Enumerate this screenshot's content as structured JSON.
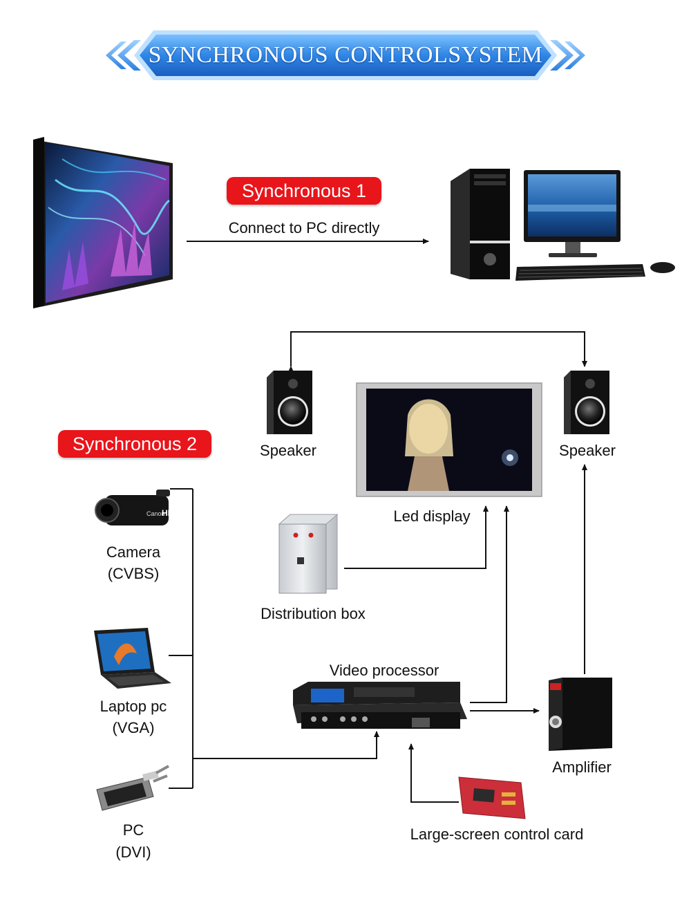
{
  "banner": {
    "title": "SYNCHRONOUS CONTROLSYSTEM"
  },
  "sync1": {
    "badge": "Synchronous 1",
    "connection_label": "Connect to PC directly"
  },
  "sync2": {
    "badge": "Synchronous 2",
    "nodes": {
      "speaker_left": "Speaker",
      "speaker_right": "Speaker",
      "led_display": "Led display",
      "distribution_box": "Distribution box",
      "video_processor": "Video processor",
      "amplifier": "Amplifier",
      "control_card": "Large-screen control card",
      "camera": [
        "Camera",
        "(CVBS)"
      ],
      "laptop": [
        "Laptop pc",
        "(VGA)"
      ],
      "pc": [
        "PC",
        "(DVI)"
      ]
    }
  },
  "device_text": {
    "camera_brand": "Canon",
    "camera_hd": "HD"
  },
  "colors": {
    "banner_blue": "#2f86e4",
    "badge_red": "#e8151b",
    "line": "#111111"
  }
}
